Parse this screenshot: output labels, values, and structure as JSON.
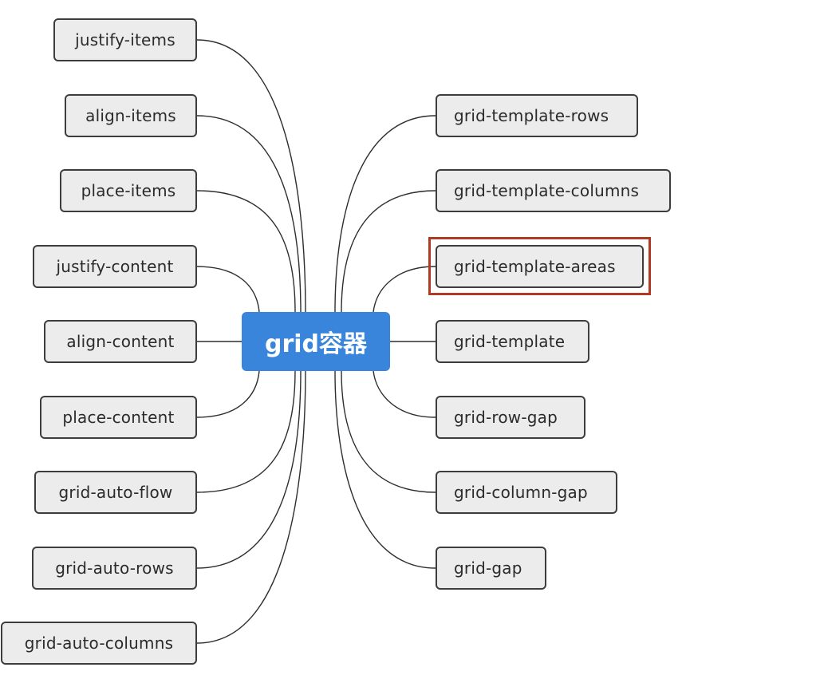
{
  "center": {
    "label": "grid容器",
    "color": "#3a85dc"
  },
  "left_nodes": [
    "justify-items",
    "align-items",
    "place-items",
    "justify-content",
    "align-content",
    "place-content",
    "grid-auto-flow",
    "grid-auto-rows",
    "grid-auto-columns"
  ],
  "right_nodes": [
    "grid-template-rows",
    "grid-template-columns",
    "grid-template-areas",
    "grid-template",
    "grid-row-gap",
    "grid-column-gap",
    "grid-gap"
  ],
  "highlighted": "grid-template-areas",
  "highlight_color": "#b13a24"
}
